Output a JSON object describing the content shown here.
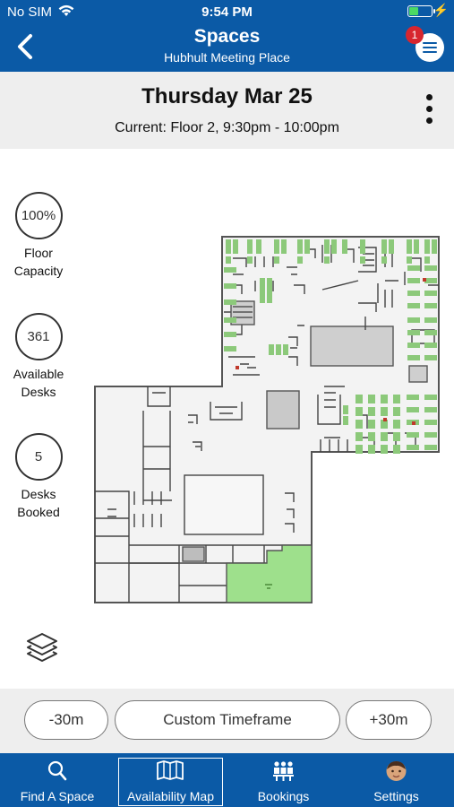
{
  "status": {
    "carrier": "No SIM",
    "time": "9:54 PM",
    "battery_level": 0.4,
    "battery_color": "#4cd964"
  },
  "header": {
    "title": "Spaces",
    "subtitle": "Hubhult Meeting Place",
    "notification_count": "1",
    "brand_color": "#0b5aa6"
  },
  "date": {
    "title": "Thursday Mar 25",
    "current": "Current: Floor 2, 9:30pm - 10:00pm"
  },
  "stats": [
    {
      "value": "100%",
      "label_line1": "Floor",
      "label_line2": "Capacity"
    },
    {
      "value": "361",
      "label_line1": "Available",
      "label_line2": "Desks"
    },
    {
      "value": "5",
      "label_line1": "Desks",
      "label_line2": "Booked"
    }
  ],
  "map": {
    "available_color": "#8cc97a",
    "booked_color": "#c0392b",
    "highlight_zone_color": "#9ee08c"
  },
  "time_controls": {
    "minus": "-30m",
    "custom": "Custom Timeframe",
    "plus": "+30m"
  },
  "tabs": [
    {
      "label": "Find A Space",
      "icon": "search-icon",
      "active": false
    },
    {
      "label": "Availability Map",
      "icon": "map-icon",
      "active": true
    },
    {
      "label": "Bookings",
      "icon": "bookings-icon",
      "active": false
    },
    {
      "label": "Settings",
      "icon": "avatar-icon",
      "active": false
    }
  ]
}
